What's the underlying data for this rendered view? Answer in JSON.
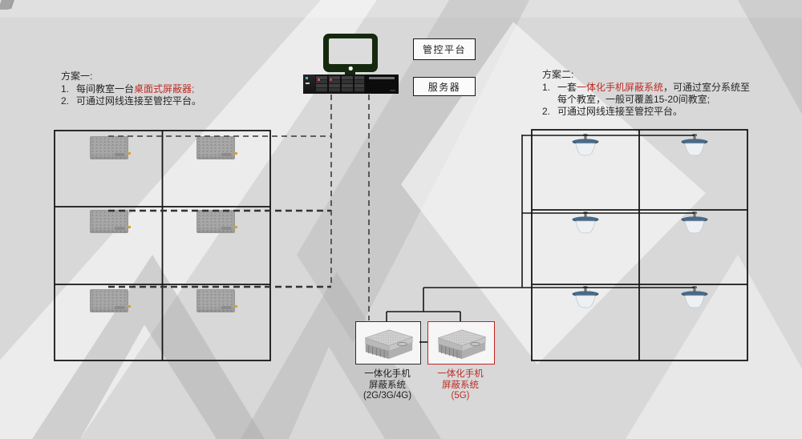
{
  "colors": {
    "accent_red": "#bb2d26",
    "red_box_border": "#c8231e",
    "monitor_green": "#15290e",
    "line_black": "#1a1a1a",
    "dash_gray": "#4d4d4d"
  },
  "platform_box": {
    "label": "管控平台"
  },
  "server_box": {
    "label": "服务器"
  },
  "scheme1": {
    "title": "方案一:",
    "items": [
      {
        "no": "1.",
        "pre": "每间教室一台",
        "red": "桌面式屏蔽器;",
        "post": ""
      },
      {
        "no": "2.",
        "pre": "可通过网线连接至管控平台。",
        "red": "",
        "post": ""
      }
    ],
    "room_count": 6
  },
  "scheme2": {
    "title": "方案二:",
    "items": [
      {
        "no": "1.",
        "pre": "一套",
        "red": "一体化手机屏蔽系统",
        "post": "，可通过室分系统至",
        "cont": "每个教室，一般可覆盖15-20间教室;"
      },
      {
        "no": "2.",
        "pre": "可通过网线连接至管控平台。",
        "red": "",
        "post": "",
        "cont": ""
      }
    ],
    "room_count": 6
  },
  "units": {
    "unit_4g": {
      "line1": "一体化手机",
      "line2": "屏蔽系统",
      "line3": "(2G/3G/4G)"
    },
    "unit_5g": {
      "line1": "一体化手机",
      "line2": "屏蔽系统",
      "line3": "(5G)"
    }
  },
  "icons": {
    "monitor": "monitor-icon",
    "server": "server-icon",
    "desktop_jammer": "desktop-jammer-icon",
    "ceiling_antenna": "ceiling-antenna-icon",
    "jammer_unit": "jammer-unit-icon"
  }
}
